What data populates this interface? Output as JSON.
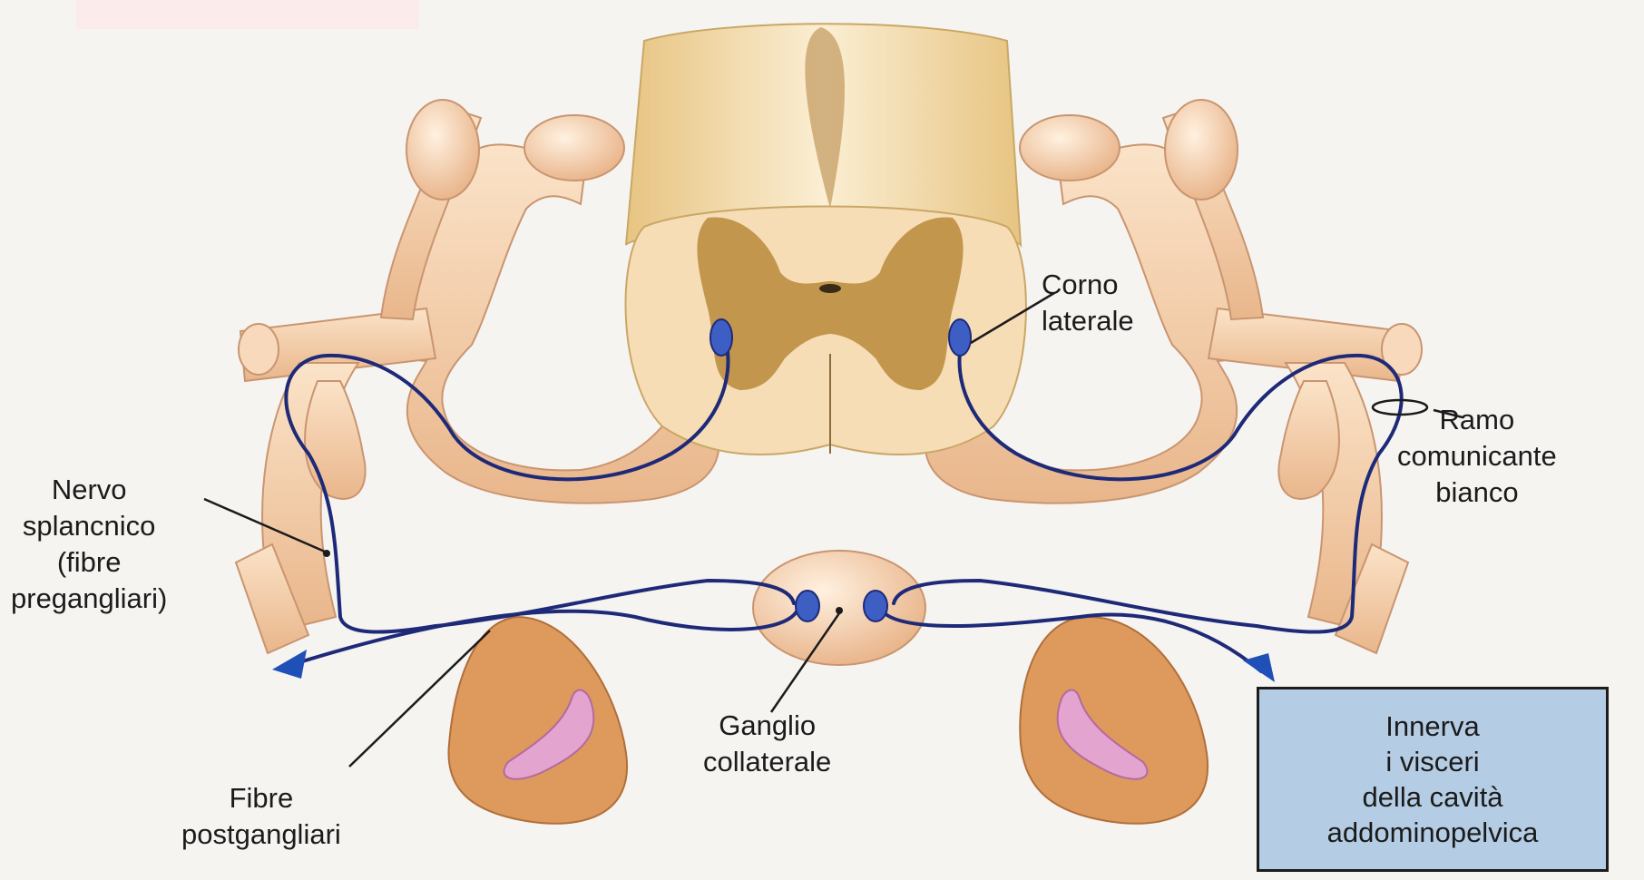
{
  "labels": {
    "corno": [
      "Corno",
      "laterale"
    ],
    "ramo": [
      "Ramo",
      "comunicante",
      "bianco"
    ],
    "nervo": [
      "Nervo",
      "splancnico",
      "(fibre",
      "pregangliari)"
    ],
    "ganglio": [
      "Ganglio",
      "collaterale"
    ],
    "fibre": [
      "Fibre",
      "postgangliari"
    ]
  },
  "box": [
    "Innerva",
    "i visceri",
    "della cavità",
    "addominopelvica"
  ],
  "colors": {
    "nerve_tissue": "#f2c8a0",
    "nerve_outline": "#c99570",
    "white_matter": "#f7ddb6",
    "gray_matter": "#b98a3a",
    "neuron_fiber": "#1e2a78",
    "neuron_body": "#3d5fc4",
    "gut_wall": "#dd9a5c",
    "gut_lumen": "#e3a5cf",
    "box_fill": "#b5cde4"
  }
}
